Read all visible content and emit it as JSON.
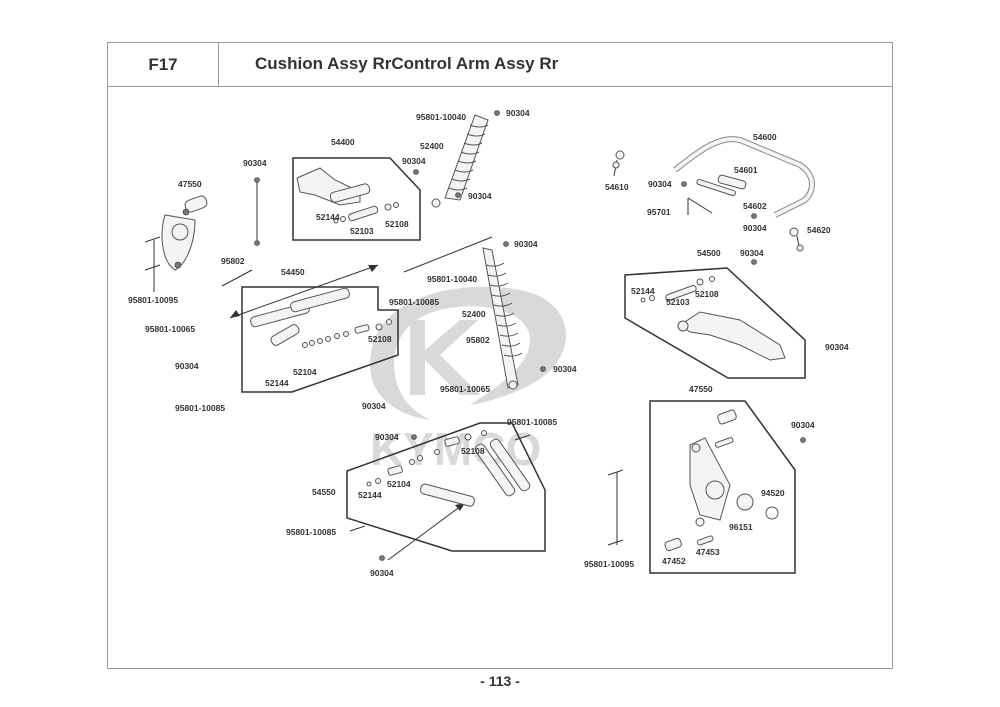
{
  "header": {
    "code": "F17",
    "title": "Cushion Assy RrControl Arm Assy Rr"
  },
  "footer": {
    "page_number": "- 113 -"
  },
  "watermark": {
    "brand": "KYMCO"
  },
  "diagram": {
    "assemblies": [
      {
        "id": "54400",
        "components": [
          "52144",
          "52103",
          "52108"
        ]
      },
      {
        "id": "54450",
        "components": [
          "52108",
          "52104",
          "52144"
        ]
      },
      {
        "id": "54500",
        "components": [
          "52144",
          "52103",
          "52108"
        ]
      },
      {
        "id": "54550",
        "components": [
          "52108",
          "52104",
          "52144"
        ]
      },
      {
        "id": "47550",
        "components": [
          "94520",
          "96151",
          "47452",
          "47453"
        ]
      }
    ],
    "labels": [
      {
        "id": "l1",
        "text": "47550"
      },
      {
        "id": "l2",
        "text": "95801-10095"
      },
      {
        "id": "l3",
        "text": "90304"
      },
      {
        "id": "l4",
        "text": "95802"
      },
      {
        "id": "l5",
        "text": "54400"
      },
      {
        "id": "l6",
        "text": "52144"
      },
      {
        "id": "l7",
        "text": "52103"
      },
      {
        "id": "l8",
        "text": "52108"
      },
      {
        "id": "l9",
        "text": "90304"
      },
      {
        "id": "l10",
        "text": "95801-10040"
      },
      {
        "id": "l11",
        "text": "90304"
      },
      {
        "id": "l12",
        "text": "52400"
      },
      {
        "id": "l13",
        "text": "90304"
      },
      {
        "id": "l14",
        "text": "54450"
      },
      {
        "id": "l15",
        "text": "95801-10065"
      },
      {
        "id": "l16",
        "text": "90304"
      },
      {
        "id": "l17",
        "text": "95801-10085"
      },
      {
        "id": "l18",
        "text": "52108"
      },
      {
        "id": "l19",
        "text": "52104"
      },
      {
        "id": "l20",
        "text": "52144"
      },
      {
        "id": "l21",
        "text": "90304"
      },
      {
        "id": "l22",
        "text": "90304"
      },
      {
        "id": "l23",
        "text": "95801-10040"
      },
      {
        "id": "l24",
        "text": "95801-10085"
      },
      {
        "id": "l25",
        "text": "52400"
      },
      {
        "id": "l26",
        "text": "95802"
      },
      {
        "id": "l27",
        "text": "90304"
      },
      {
        "id": "l28",
        "text": "95801-10065"
      },
      {
        "id": "l29",
        "text": "54600"
      },
      {
        "id": "l30",
        "text": "54610"
      },
      {
        "id": "l31",
        "text": "54601"
      },
      {
        "id": "l32",
        "text": "90304"
      },
      {
        "id": "l33",
        "text": "54602"
      },
      {
        "id": "l34",
        "text": "95701"
      },
      {
        "id": "l35",
        "text": "90304"
      },
      {
        "id": "l36",
        "text": "54620"
      },
      {
        "id": "l37",
        "text": "54500"
      },
      {
        "id": "l38",
        "text": "90304"
      },
      {
        "id": "l39",
        "text": "52144"
      },
      {
        "id": "l40",
        "text": "52103"
      },
      {
        "id": "l41",
        "text": "52108"
      },
      {
        "id": "l42",
        "text": "90304"
      },
      {
        "id": "l43",
        "text": "90304"
      },
      {
        "id": "l44",
        "text": "95801-10085"
      },
      {
        "id": "l45",
        "text": "52108"
      },
      {
        "id": "l46",
        "text": "54550"
      },
      {
        "id": "l47",
        "text": "52104"
      },
      {
        "id": "l48",
        "text": "52144"
      },
      {
        "id": "l49",
        "text": "95801-10085"
      },
      {
        "id": "l50",
        "text": "90304"
      },
      {
        "id": "l51",
        "text": "47550"
      },
      {
        "id": "l52",
        "text": "90304"
      },
      {
        "id": "l53",
        "text": "94520"
      },
      {
        "id": "l54",
        "text": "96151"
      },
      {
        "id": "l55",
        "text": "47452"
      },
      {
        "id": "l56",
        "text": "47453"
      },
      {
        "id": "l57",
        "text": "95801-10095"
      }
    ]
  }
}
